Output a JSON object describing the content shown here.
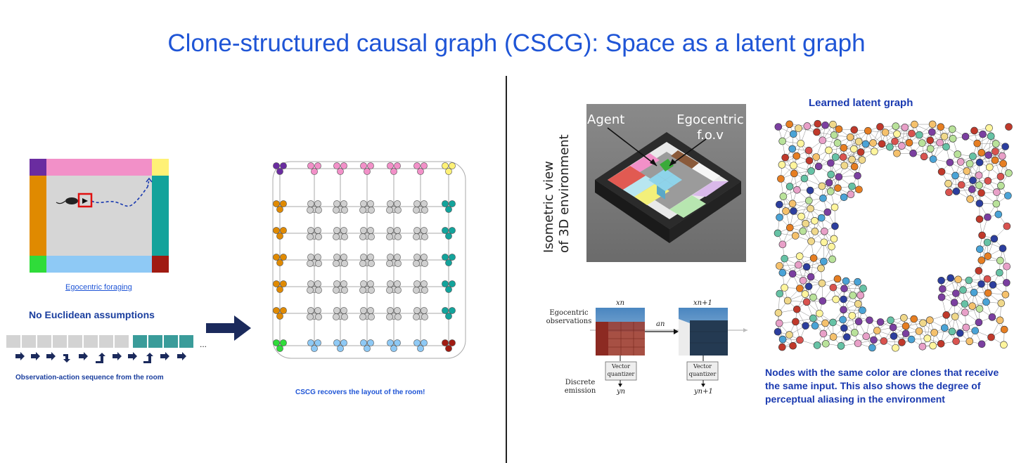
{
  "title": "Clone-structured causal graph (CSCG): Space as a latent graph",
  "left": {
    "foraging_caption": "Egocentric foraging",
    "no_euclid": "No Euclidean assumptions",
    "seq_ellipsis": "...",
    "seq_caption": "Observation-action sequence from the room",
    "cscg_caption": "CSCG recovers the layout of the room!"
  },
  "right": {
    "iso_label_line1": "Isometric view",
    "iso_label_line2": "of 3D environment",
    "agent_label": "Agent",
    "fov_label_line1": "Egocentric",
    "fov_label_line2": "f.o.v",
    "obs_label_line1": "Egocentric",
    "obs_label_line2": "observations",
    "emit_label_line1": "Discrete",
    "emit_label_line2": "emission",
    "xn": "xn",
    "xn1": "xn+1",
    "an": "an",
    "yn": "yn",
    "yn1": "yn+1",
    "vq_line1": "Vector",
    "vq_line2": "quantizer",
    "latent_title": "Learned latent graph",
    "latent_caption_1": "Nodes with the same color are clones that receive",
    "latent_caption_2": "the same input. This also shows the degree of",
    "latent_caption_3": "perceptual aliasing in the environment"
  },
  "colors": {
    "title": "#1f55d6",
    "pink": "#f290c8",
    "orange": "#e08a00",
    "teal": "#13a39b",
    "lightblue": "#8ec9f5",
    "purple": "#6a2ca0",
    "yellow": "#fff176",
    "green": "#2fdc3a",
    "darkred": "#a01b12",
    "navy": "#1b2a5c"
  }
}
